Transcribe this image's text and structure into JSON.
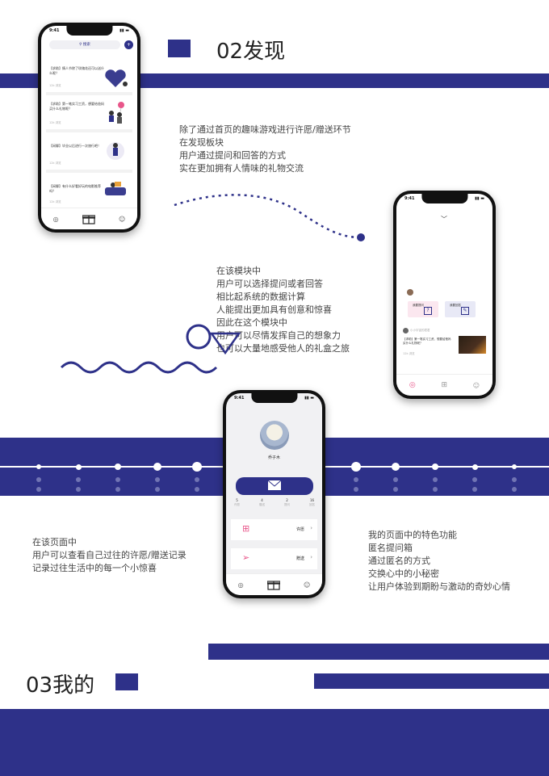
{
  "section_discover": {
    "title": "02发现",
    "desc": [
      "除了通过首页的趣味游戏进行许愿/赠送环节",
      "在发现板块",
      "用户通过提问和回答的方式",
      "实在更加拥有人情味的礼物交流"
    ],
    "module_desc": [
      "在该模块中",
      "用户可以选择提问或者回答",
      "相比起系统的数据计算",
      "人能提出更加具有创意和惊喜",
      "因此在这个模块中",
      "用户可以尽情发挥自己的想象力",
      "也可以大量地感受他人的礼盒之旅"
    ]
  },
  "section_mine": {
    "title": "03我的",
    "left_desc": [
      "在该页面中",
      "用户可以查看自己过往的许愿/赠送记录",
      "记录过往生活中的每一个小惊喜"
    ],
    "right_desc": [
      "我的页面中的特色功能",
      "匿名提问箱",
      "通过匿名的方式",
      "交换心中的小秘密",
      "让用户体验到期盼与激动的奇妙心情"
    ]
  },
  "phone1": {
    "time": "9:41",
    "search_placeholder": "搜索",
    "posts": [
      {
        "text": "【求助】情人节除了玫瑰花还可以送什么呢？",
        "meta": "12k 浏览"
      },
      {
        "text": "【求助】第一笔实习工资，想要给爸妈买什么礼物呢？",
        "meta": "12k 浏览"
      },
      {
        "text": "【闲聊】毕业以后进行一次旅行吧！",
        "meta": "12k 浏览"
      },
      {
        "text": "【闲聊】有什么好看好玩的电影推荐吗？",
        "meta": "12k 浏览"
      }
    ]
  },
  "phone2": {
    "time": "9:41",
    "btn_ask": "我要提问",
    "btn_answer": "我要回答",
    "user": "小小宇宙的君君",
    "post": "【求助】第一笔实习工资，想要给爸妈买什么礼物呢？",
    "meta": "12k 浏览"
  },
  "phone3": {
    "time": "9:41",
    "username": "乔子木",
    "stats": [
      {
        "value": "5",
        "label": "许愿"
      },
      {
        "value": "4",
        "label": "赠送"
      },
      {
        "value": "2",
        "label": "提问"
      },
      {
        "value": "16",
        "label": "回答"
      }
    ],
    "menu": [
      {
        "label": "许愿"
      },
      {
        "label": "赠送"
      }
    ]
  },
  "colors": {
    "navy": "#2e3189",
    "accent": "#e8568a"
  }
}
